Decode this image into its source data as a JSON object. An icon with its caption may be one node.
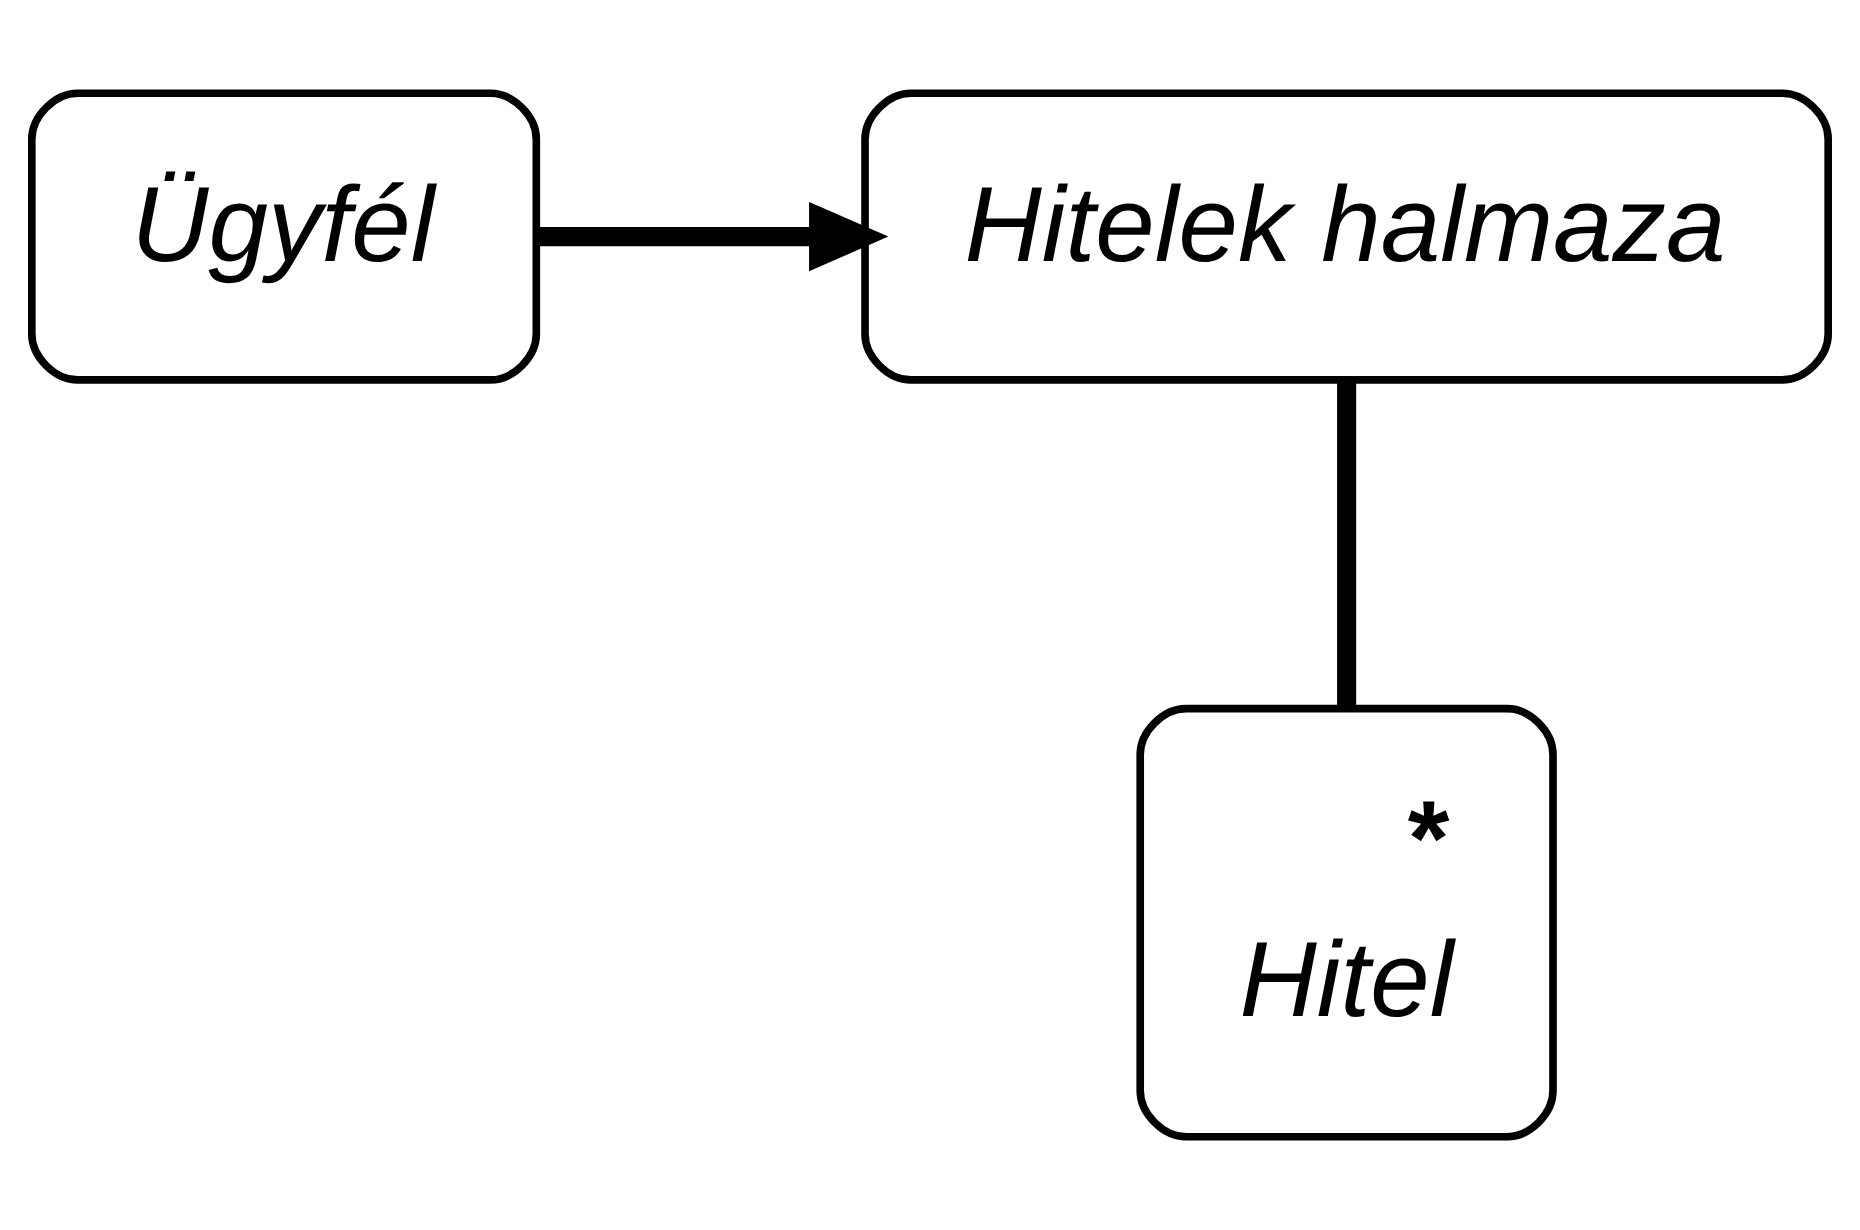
{
  "diagram": {
    "nodes": [
      {
        "text": [
          "Ügyfél"
        ]
      },
      {
        "text": [
          "Hitelek halmaza"
        ]
      },
      {
        "text": [
          "*",
          "Hitel"
        ]
      }
    ],
    "edges": [
      {
        "from": 0,
        "to": 1,
        "arrow": "to"
      },
      {
        "from": 1,
        "to": 2,
        "arrow": "none"
      }
    ]
  }
}
